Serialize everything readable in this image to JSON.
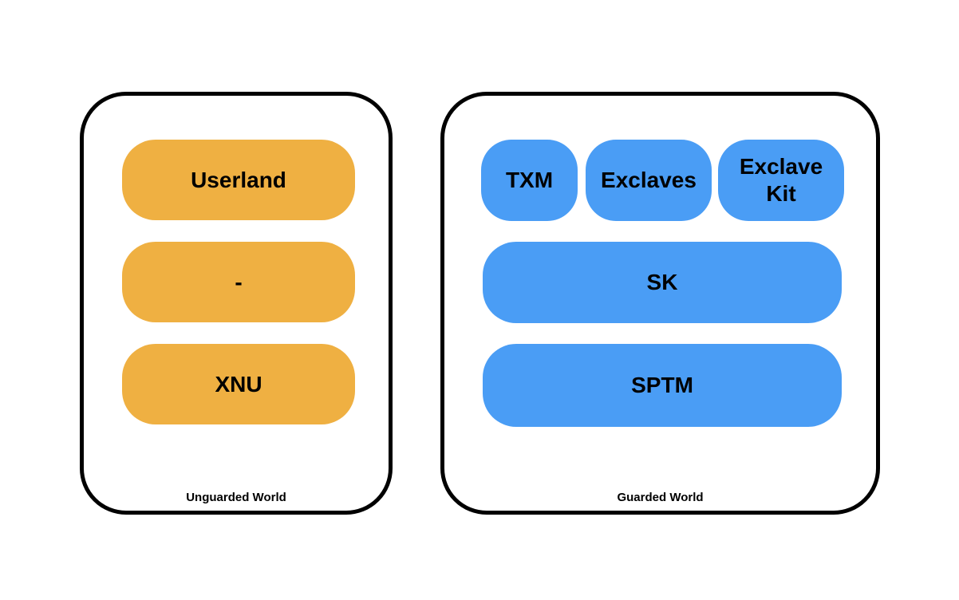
{
  "diagram": {
    "palette": {
      "background": "#FFFFFF",
      "container_border": "#000000",
      "unguarded_box_color": "#EFB042",
      "guarded_box_color": "#4A9DF5",
      "text_color": "#000000"
    },
    "worlds": [
      {
        "name": "unguarded",
        "label": "Unguarded World",
        "boxes": [
          {
            "label": "Userland"
          },
          {
            "label": "-"
          },
          {
            "label": "XNU"
          }
        ]
      },
      {
        "name": "guarded",
        "label": "Guarded World",
        "top_row": [
          {
            "label": "TXM"
          },
          {
            "label": "Exclaves"
          },
          {
            "label": "Exclave Kit"
          }
        ],
        "rows": [
          {
            "label": "SK"
          },
          {
            "label": "SPTM"
          }
        ]
      }
    ]
  }
}
